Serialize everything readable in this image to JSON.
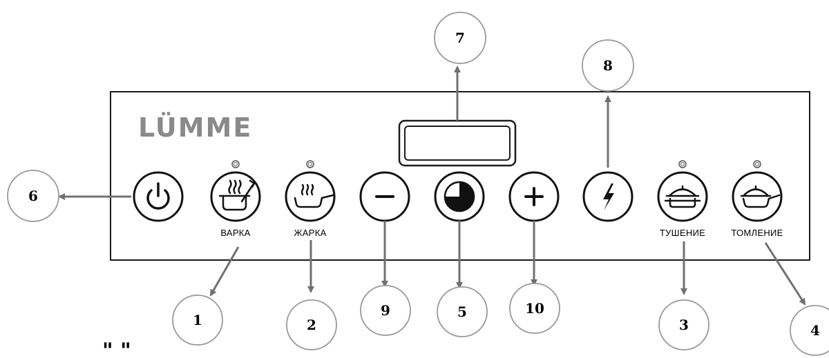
{
  "brand": {
    "name": "LÜMME"
  },
  "buttons": [
    {
      "id": "power",
      "icon": "power-icon",
      "label": ""
    },
    {
      "id": "boil",
      "icon": "boiling-pot-icon",
      "label": "ВАРКА"
    },
    {
      "id": "fry",
      "icon": "frying-pan-icon",
      "label": "ЖАРКА"
    },
    {
      "id": "minus",
      "icon": "minus-icon",
      "label": ""
    },
    {
      "id": "timer",
      "icon": "timer-icon",
      "label": ""
    },
    {
      "id": "plus",
      "icon": "plus-icon",
      "label": ""
    },
    {
      "id": "boost",
      "icon": "lightning-icon",
      "label": ""
    },
    {
      "id": "stew",
      "icon": "casserole-icon",
      "label": "ТУШЕНИЕ"
    },
    {
      "id": "simmer",
      "icon": "pan-lid-icon",
      "label": "ТОМЛЕНИЕ"
    }
  ],
  "callouts": [
    "1",
    "2",
    "3",
    "4",
    "5",
    "6",
    "7",
    "8",
    "9",
    "10"
  ],
  "footer_text": "\" \""
}
